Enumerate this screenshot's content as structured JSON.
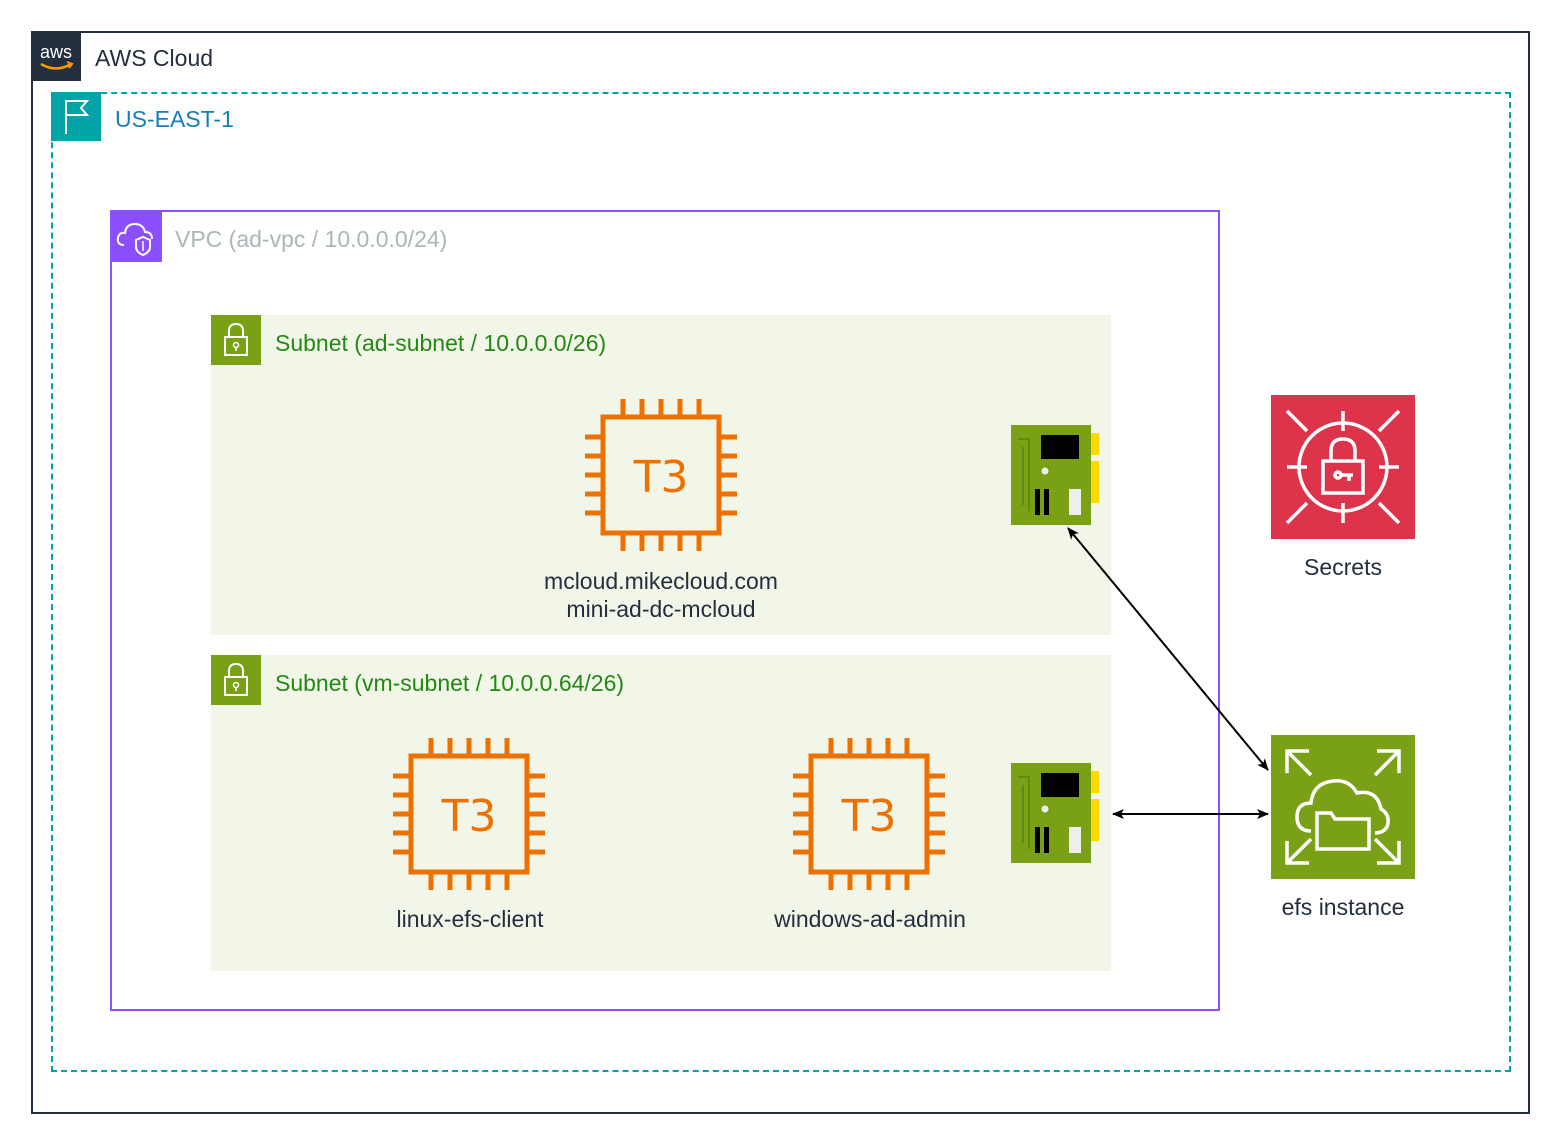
{
  "aws_cloud": {
    "label": "AWS Cloud",
    "badge_text": "aws"
  },
  "region": {
    "label": "US-EAST-1"
  },
  "vpc": {
    "label": "VPC (ad-vpc / 10.0.0.0/24)"
  },
  "subnets": [
    {
      "label": "Subnet (ad-subnet / 10.0.0.0/26)"
    },
    {
      "label": "Subnet (vm-subnet / 10.0.0.64/26)"
    }
  ],
  "instances": [
    {
      "type": "T3",
      "line1": "mcloud.mikecloud.com",
      "line2": "mini-ad-dc-mcloud"
    },
    {
      "type": "T3",
      "line1": "linux-efs-client"
    },
    {
      "type": "T3",
      "line1": "windows-ad-admin"
    }
  ],
  "services": {
    "secrets": {
      "label": "Secrets"
    },
    "efs": {
      "label": "efs instance"
    }
  },
  "colors": {
    "aws_dark": "#232f3e",
    "region_teal": "#00a4a6",
    "region_text": "#147eba",
    "vpc_purple": "#8c4fff",
    "subnet_green": "#7aa116",
    "subnet_text": "#248814",
    "subnet_bg": "#f2f6e8",
    "ec2_orange": "#ed7100",
    "secrets_red": "#dd344c"
  },
  "icons": [
    "aws-logo-icon",
    "region-flag-icon",
    "vpc-cloud-icon",
    "lock-icon",
    "ec2-t3-icon",
    "network-interface-icon",
    "secrets-manager-icon",
    "efs-icon"
  ]
}
